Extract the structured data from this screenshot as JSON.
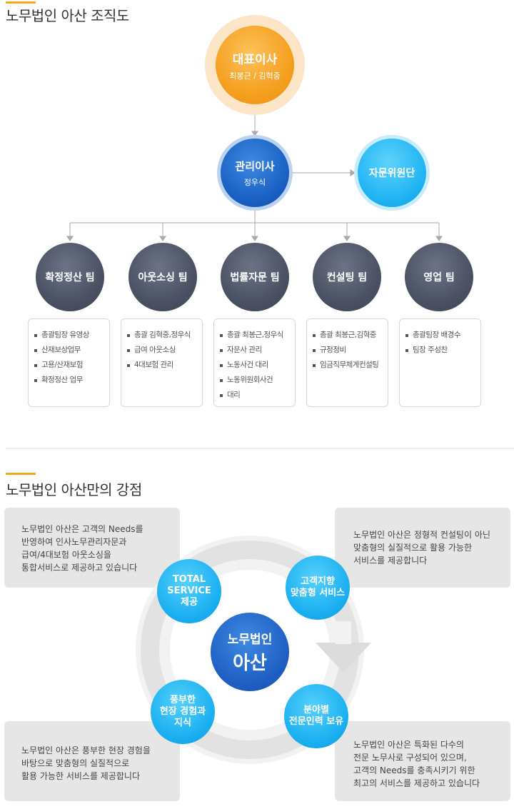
{
  "org": {
    "title": "노무법인 아산  조직도",
    "ceo": {
      "title": "대표이사",
      "names": "최봉근 / 김혁중"
    },
    "manager": {
      "title": "관리이사",
      "name": "정우식"
    },
    "advisory": {
      "title": "자문위원단"
    },
    "teams": [
      {
        "name": "확정정산 팀",
        "items": [
          "총괄팀장 유영상",
          "산재보상업무",
          "고용/산재보험",
          "확정정산 업무"
        ]
      },
      {
        "name": "아웃소싱 팀",
        "items": [
          "총괄 김혁중,정우식",
          "급여 아웃소싱",
          "4대보험 관리"
        ]
      },
      {
        "name": "법률자문 팀",
        "items": [
          "총괄 최봉근,정우식",
          "자문사 관리",
          "노동사건 대리",
          "노동위원회사건",
          "대리"
        ]
      },
      {
        "name": "컨설팅 팀",
        "items": [
          "총괄 최봉근,김혁중",
          "규정정비",
          "임금직무체계컨설팅"
        ]
      },
      {
        "name": "영업 팀",
        "items": [
          "총괄팀장 배경수",
          "팀장 주성찬"
        ]
      }
    ]
  },
  "strengths": {
    "title": "노무법인 아산만의 강점",
    "center": {
      "line1": "노무법인",
      "line2": "아산"
    },
    "top_left": {
      "lines": [
        "TOTAL",
        "SERVICE",
        "제공"
      ]
    },
    "top_right": {
      "lines": [
        "고객지향",
        "맞춤형 서비스"
      ]
    },
    "bottom_left": {
      "lines": [
        "풍부한",
        "현장 경험과",
        "지식"
      ]
    },
    "bottom_right": {
      "lines": [
        "분야별",
        "전문인력 보유"
      ]
    },
    "desc_top_left": [
      "노무법인 아산은 고객의 Needs를",
      "반영하여 인사노무관리자문과",
      "급여/4대보험 아웃소싱을",
      "통합서비스로 제공하고 있습니다"
    ],
    "desc_top_right": [
      "노무법인 아산은 정형적 컨설팅이 아닌",
      "맞춤형의 실질적으로 활용 가능한",
      "서비스를 제공합니다"
    ],
    "desc_bottom_left": [
      "노무법인 아산은 풍부한 현장 경험을",
      "바탕으로 맞춤형의 실질적으로",
      "활용 가능한 서비스를 제공합니다"
    ],
    "desc_bottom_right": [
      "노무법인 아산은 특화된 다수의",
      "전문 노무사로 구성되어 있으며,",
      "고객의 Needs를 충족시키기 위한",
      "최고의 서비스를 제공하고 있습니다"
    ]
  }
}
